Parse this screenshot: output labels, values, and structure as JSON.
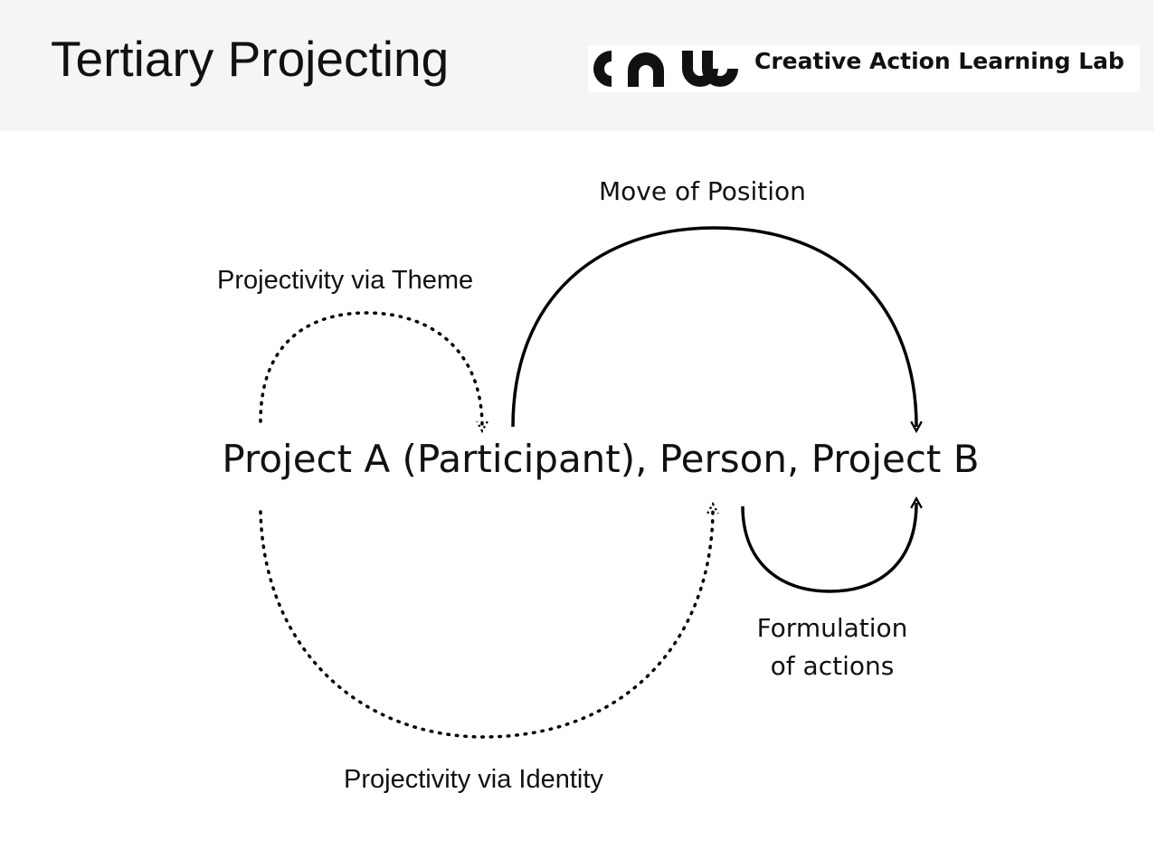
{
  "slide": {
    "title": "Tertiary Projecting",
    "brand": {
      "name": "Creative Action Learning Lab",
      "logo": "call-logo-mark"
    }
  },
  "diagram": {
    "central_text": "Project A (Participant), Person, Project B",
    "arrows": [
      {
        "label": "Move of Position",
        "style": "solid",
        "from": "Project A",
        "to": "Project B"
      },
      {
        "label": "Projectivity via Theme",
        "style": "dotted",
        "to": "Project A"
      },
      {
        "label": "Projectivity via Identity",
        "style": "dotted",
        "to": "Person"
      },
      {
        "label": "Formulation of actions",
        "label_lines": [
          "Formulation",
          "of actions"
        ],
        "style": "solid",
        "from": "Person",
        "to": "Project B"
      }
    ]
  }
}
